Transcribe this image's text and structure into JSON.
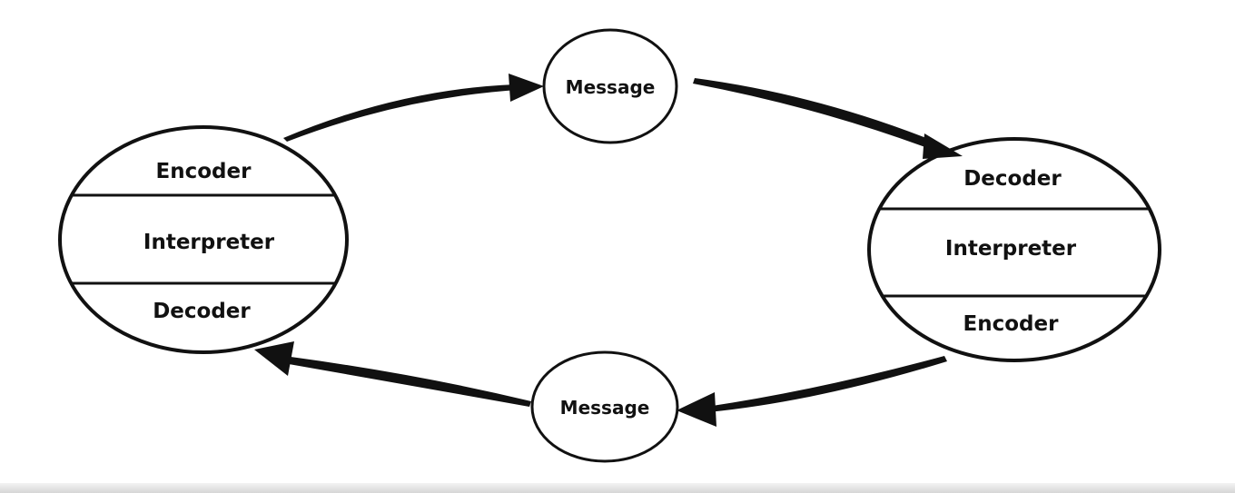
{
  "sender": {
    "sections": [
      "Encoder",
      "Interpreter",
      "Decoder"
    ]
  },
  "receiver": {
    "sections": [
      "Decoder",
      "Interpreter",
      "Encoder"
    ]
  },
  "messages": {
    "top": "Message",
    "bottom": "Message"
  },
  "colors": {
    "stroke": "#111111",
    "background": "#ffffff"
  }
}
